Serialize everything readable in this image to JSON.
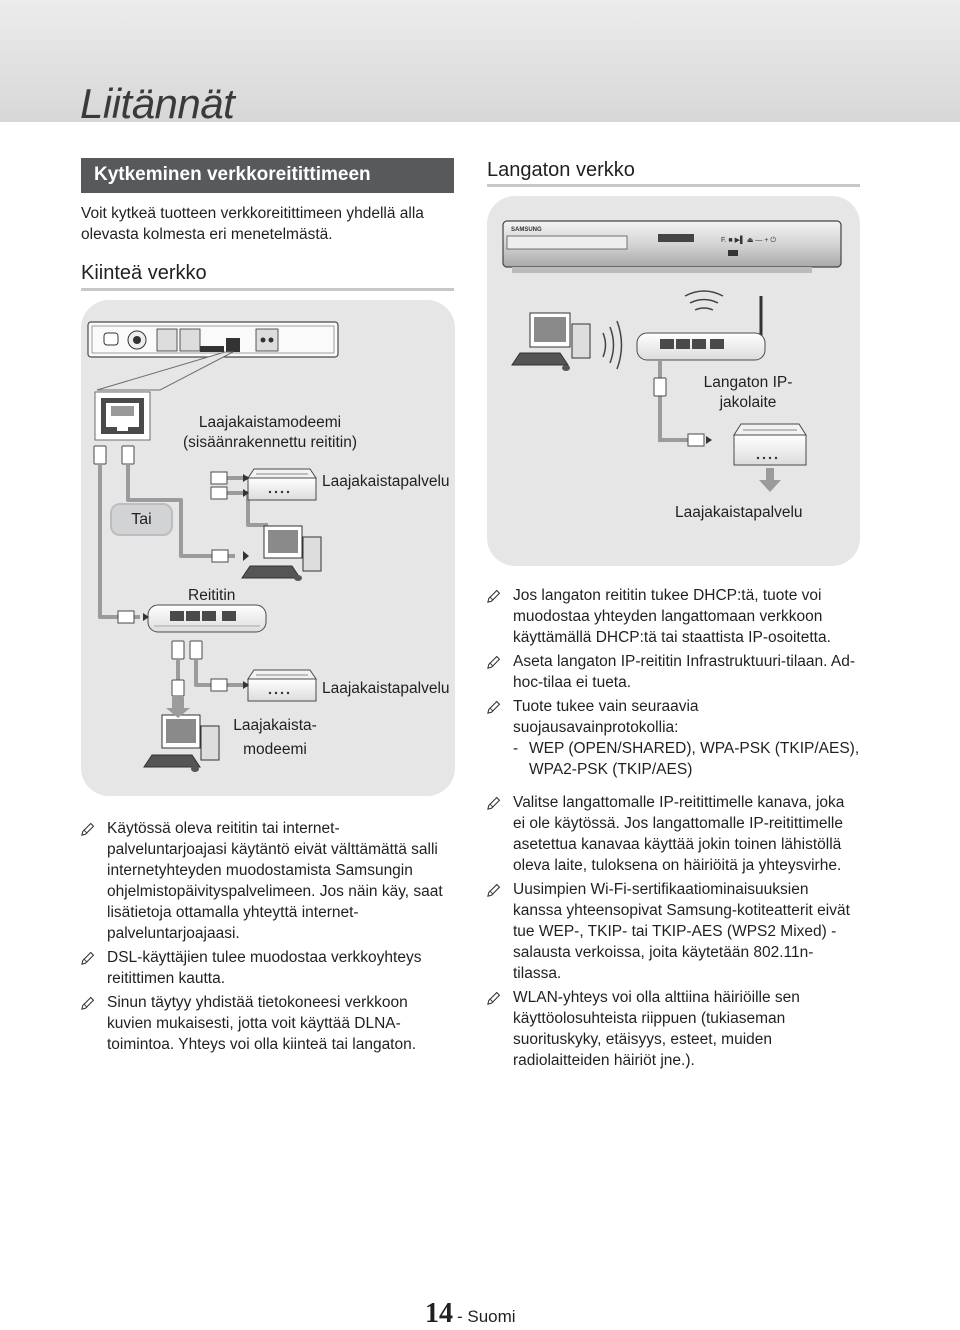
{
  "page": {
    "title": "Liitännät",
    "number": "14",
    "language": "- Suomi"
  },
  "wired_section": {
    "heading": "Kytkeminen verkkoreitittimeen",
    "intro": "Voit kytkeä tuotteen verkkoreitittimeen yhdellä alla olevasta kolmesta eri menetelmästä.",
    "subheading": "Kiinteä verkko",
    "diagram": {
      "modem_router_label": "Laajakaistamodeemi\n(sisäänrakennettu reititin)",
      "broadband_service_1": "Laajakaistapalvelu",
      "or_label": "Tai",
      "router_label": "Reititin",
      "broadband_service_2": "Laajakaistapalvelu",
      "modem_label": "Laajakaista-\nmodeemi"
    },
    "notes": [
      "Käytössä oleva reititin tai internet-palveluntarjoajasi käytäntö eivät välttämättä salli internetyhteyden muodostamista Samsungin ohjelmistopäivityspalvelimeen. Jos näin käy, saat lisätietoja ottamalla yhteyttä internet-palveluntarjoajaasi.",
      "DSL-käyttäjien tulee muodostaa verkkoyhteys reitittimen kautta.",
      "Sinun täytyy yhdistää tietokoneesi verkkoon kuvien mukaisesti, jotta voit käyttää DLNA-toimintoa. Yhteys voi olla kiinteä tai langaton."
    ]
  },
  "wireless_section": {
    "heading": "Langaton verkko",
    "diagram": {
      "device_brand": "SAMSUNG",
      "ap_label": "Langaton IP-\njakolaite",
      "broadband_service": "Laajakaistapalvelu"
    },
    "notes": [
      "Jos langaton reititin tukee DHCP:tä, tuote voi muodostaa yhteyden langattomaan verkkoon käyttämällä DHCP:tä tai staattista IP-osoitetta.",
      "Aseta langaton IP-reititin Infrastruktuuri-tilaan. Ad-hoc-tilaa ei tueta.",
      "Tuote tukee vain seuraavia suojausavainprotokollia:"
    ],
    "protocols": "WEP (OPEN/SHARED), WPA-PSK (TKIP/AES), WPA2-PSK (TKIP/AES)",
    "notes_after": [
      "Valitse langattomalle IP-reitittimelle kanava, joka ei ole käytössä. Jos langattomalle IP-reitittimelle asetettua kanavaa käyttää jokin toinen lähistöllä oleva laite, tuloksena on häiriöitä ja yhteysvirhe.",
      "Uusimpien Wi-Fi-sertifikaatiominaisuuksien kanssa yhteensopivat Samsung-kotiteatterit eivät tue WEP-, TKIP- tai TKIP-AES (WPS2 Mixed) -salausta verkoissa, joita käytetään 802.11n-tilassa.",
      "WLAN-yhteys voi olla alttiina häiriöille sen käyttöolosuhteista riippuen (tukiaseman suorituskyky, etäisyys, esteet, muiden radiolaitteiden häiriöt jne.)."
    ]
  }
}
